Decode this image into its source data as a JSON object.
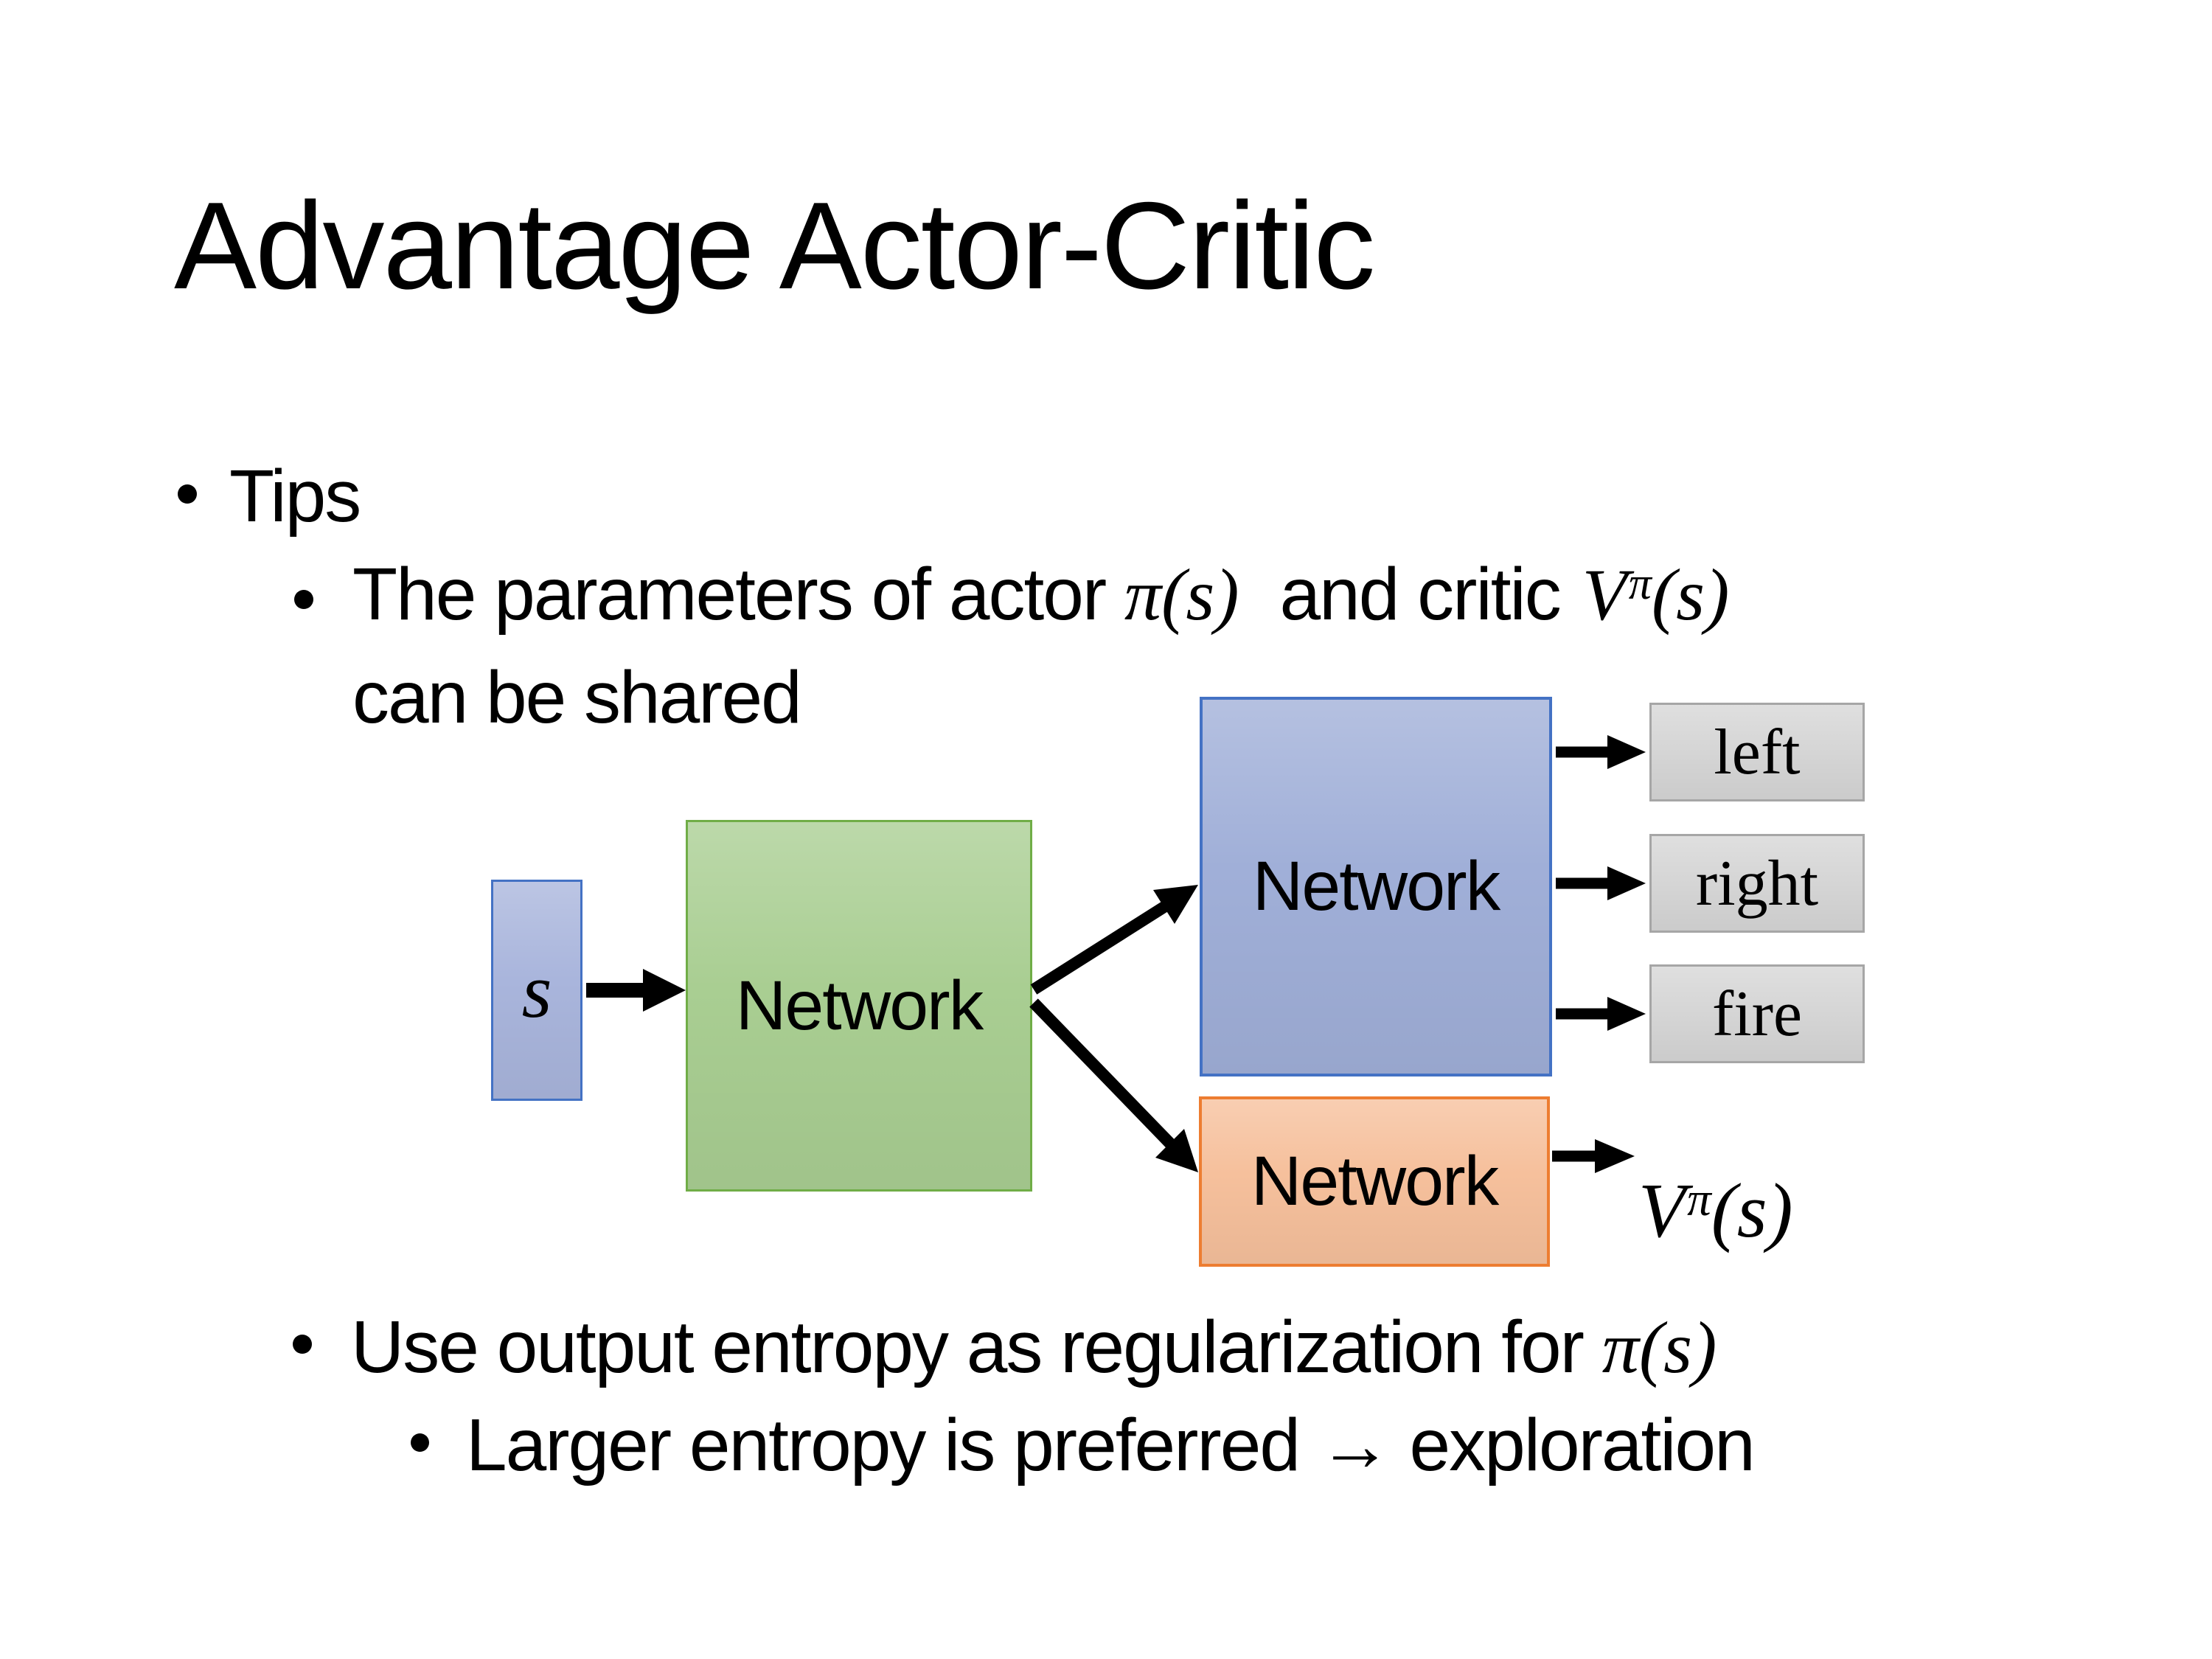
{
  "slide": {
    "title": "Advantage Actor-Critic",
    "bullet_glyph": "•",
    "tips_label": "Tips",
    "shared_bullet": {
      "text_before_math": "The parameters of actor ",
      "actor_math": "π(s)",
      "text_between": "and critic",
      "critic_base": "V",
      "critic_sup": "π",
      "critic_args": "(s)",
      "line2": "can be shared"
    },
    "entropy_bullet": {
      "text_before_math": "Use output entropy as regularization for ",
      "math": "π(s)"
    },
    "exploration_bullet": "Larger entropy is preferred → exploration",
    "diagram": {
      "state_label": "s",
      "shared_network_label": "Network",
      "actor_network_label": "Network",
      "critic_network_label": "Network",
      "actions": [
        "left",
        "right",
        "fire"
      ],
      "value_base": "V",
      "value_sup": "π",
      "value_args": "(s)",
      "colors": {
        "state_fill": "#A9B5DC",
        "state_border": "#4472C4",
        "shared_fill": "#A9CE92",
        "shared_border": "#70AD47",
        "actor_fill": "#A0AFD8",
        "actor_border": "#4472C4",
        "critic_fill": "#F6C09C",
        "critic_border": "#ED7D31",
        "action_fill": "#D6D6D6",
        "action_border": "#A6A6A6",
        "arrow": "#000000"
      }
    }
  }
}
